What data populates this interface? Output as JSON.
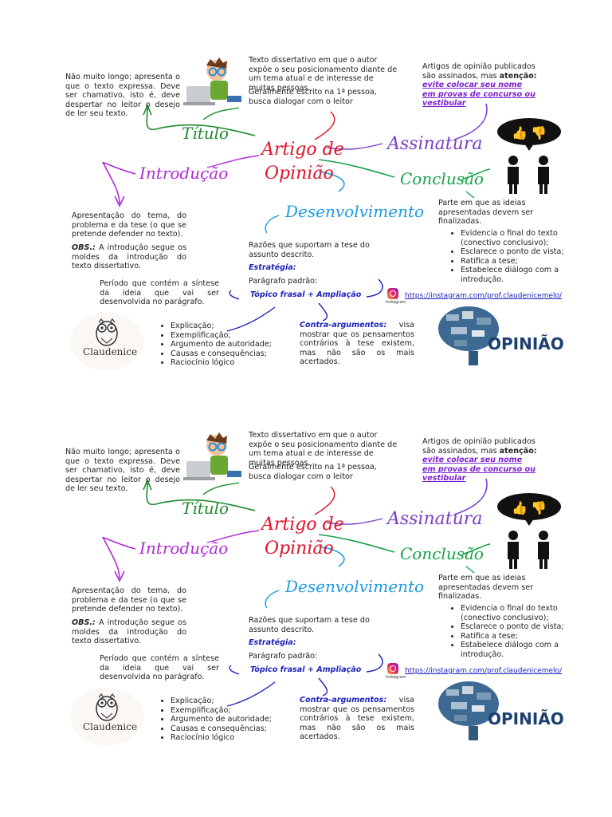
{
  "central_title": {
    "line1": "Artigo de",
    "line2": "Opinião"
  },
  "branches": {
    "titulo": "Título",
    "introducao": "Introdução",
    "assinatura": "Assinatura",
    "conclusao": "Conclusão",
    "desenvolvimento": "Desenvolvimento"
  },
  "titulo_desc": "Não muito longo; apresenta o que o texto expressa. Deve ser chamativo, isto é, deve despertar no leitor o desejo de ler seu texto.",
  "definicao": {
    "p1": "Texto dissertativo em que o autor expõe o seu posicionamento diante de um tema atual e de interesse de muitas pessoas.",
    "p2": "Geralmente escrito na 1ª pessoa, busca dialogar com o leitor"
  },
  "assinatura_desc": {
    "text": "Artigos de opinião publicados são assinados, mas ",
    "bold": "atenção:",
    "warning": "evite colocar seu nome em provas de concurso ou vestibular"
  },
  "introducao_desc": {
    "text": "Apresentação do tema, do problema e da tese (o que se pretende defender no texto).",
    "obs_label": "OBS.:",
    "obs_text": " A introdução segue os moldes da introdução do texto dissertativo."
  },
  "desenvolvimento_desc": {
    "text": "Razões que suportam a tese do assunto descrito.",
    "estrategia_label": "Estratégia:",
    "paragrafo": "Parágrafo padrão:",
    "topico": "Tópico frasal + Ampliação"
  },
  "conclusao_desc": {
    "text": "Parte em que as ideias apresentadas devem ser finalizadas.",
    "items": [
      "Evidencia o final do texto (conectivo conclusivo);",
      "Esclarece o ponto de vista;",
      "Ratifica a tese;",
      "Estabelece diálogo com a introdução."
    ]
  },
  "topico_desc": "Período que contém a síntese da ideia que vai ser desenvolvida no parágrafo.",
  "ampliacao_items": [
    "Explicação;",
    "Exemplificação;",
    "Argumento de autoridade;",
    "Causas e consequências;",
    "Raciocínio lógico"
  ],
  "contra": {
    "label": "Contra-argumentos:",
    "text": " visa mostrar que os pensamentos contrários à tese existem, mas não são os mais acertados."
  },
  "instagram_link": "https://instagram.com/prof.claudenicemelo/",
  "instagram_label": "Instagram",
  "owl_logo_text": "Claudenice",
  "opiniao_image_text": "OPINIÃO",
  "colors": {
    "titulo": "#1f8a2e",
    "introducao": "#b02ad6",
    "assinatura": "#7b3fc6",
    "conclusao": "#17a24a",
    "desenvolvimento": "#1d9be0",
    "central": "#e0142a",
    "link": "#1a1fb8"
  }
}
